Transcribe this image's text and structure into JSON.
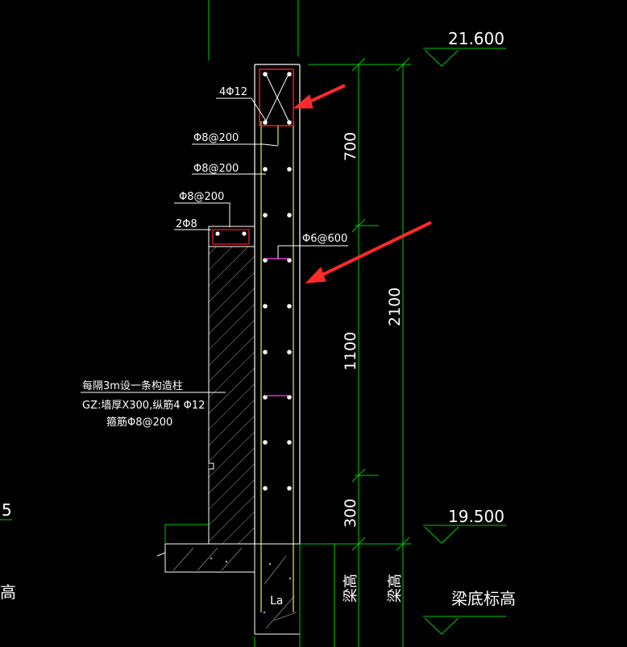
{
  "elevations": {
    "top": "21.600",
    "floor": "19.500",
    "beam_bottom_label": "梁底标高"
  },
  "rebar_labels": {
    "top_bars": "4Φ12",
    "stirrup_1": "Φ8@200",
    "stirrup_2": "Φ8@200",
    "stirrup_3": "Φ8@200",
    "bottom_bars": "2Φ8",
    "tie": "Φ6@600"
  },
  "dimensions": {
    "d1": "700",
    "d2": "1100",
    "d3": "300",
    "total": "2100"
  },
  "notes": {
    "line1": "每隔3m设一条构造柱",
    "line2": "GZ:墙厚X300,纵筋4 Φ12",
    "line3": "箍筋Φ8@200"
  },
  "beam_height_label_1": "梁高",
  "beam_height_label_2": "梁高",
  "anchor_label": "La",
  "edge_fragments": {
    "left_top": "5",
    "left_bottom": "高"
  },
  "colors": {
    "background": "#000000",
    "line": "#ffffff",
    "dim": "#00ff00",
    "rebar": "#ffff66",
    "stirrup": "#ff2020",
    "tie": "#ff44ff",
    "arrow": "#ff2a2a"
  }
}
